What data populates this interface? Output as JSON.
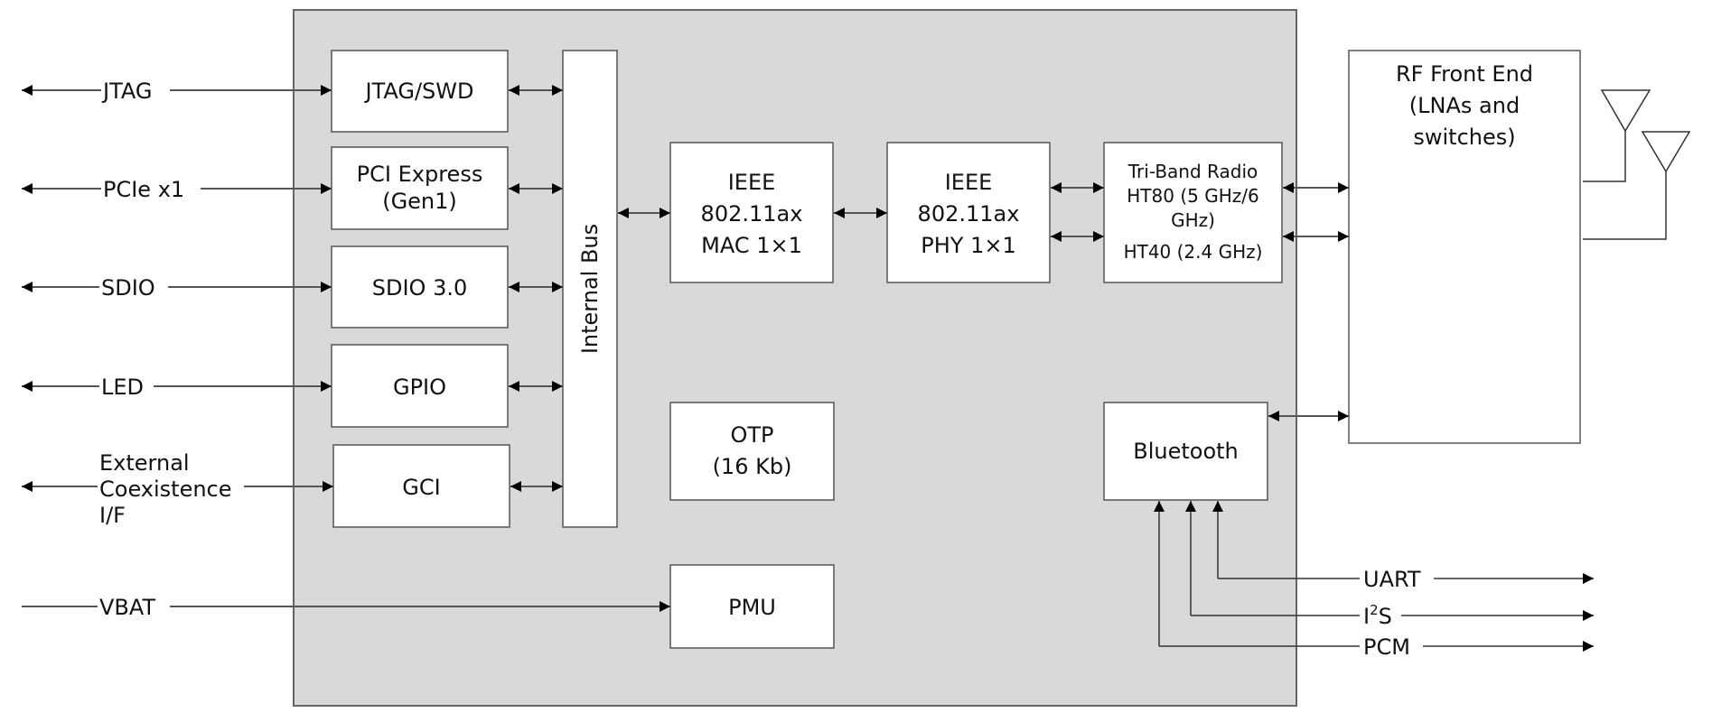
{
  "diagram": {
    "chip_blocks": {
      "jtag_swd": [
        "JTAG/SWD"
      ],
      "pcie": [
        "PCI Express",
        "(Gen1)"
      ],
      "sdio": [
        "SDIO 3.0"
      ],
      "gpio": [
        "GPIO"
      ],
      "gci": [
        "GCI"
      ],
      "internal_bus": "Internal Bus",
      "mac": [
        "IEEE",
        "802.11ax",
        "MAC 1×1"
      ],
      "phy": [
        "IEEE",
        "802.11ax",
        "PHY 1×1"
      ],
      "radio": [
        "Tri-Band Radio",
        "HT80 (5 GHz/6",
        "GHz)",
        "HT40 (2.4 GHz)"
      ],
      "otp": [
        "OTP",
        "(16 Kb)"
      ],
      "bluetooth": [
        "Bluetooth"
      ],
      "pmu": [
        "PMU"
      ]
    },
    "external_blocks": {
      "rf_front_end": [
        "RF Front End",
        "(LNAs and",
        "switches)"
      ]
    },
    "left_signals": {
      "jtag": [
        "JTAG"
      ],
      "pcie": [
        "PCIe x1"
      ],
      "sdio": [
        "SDIO"
      ],
      "led": [
        "LED"
      ],
      "coex": [
        "External",
        "Coexistence",
        "I/F"
      ],
      "vbat": [
        "VBAT"
      ]
    },
    "right_signals": {
      "uart": "UART",
      "i2s_base": "I",
      "i2s_sup": "2",
      "i2s_tail": "S",
      "pcm": "PCM"
    },
    "icons": {
      "antenna_1": "antenna-icon",
      "antenna_2": "antenna-icon"
    },
    "colors": {
      "chip_fill": "#d9d9d9",
      "block_fill": "#ffffff",
      "line": "#555555"
    }
  }
}
